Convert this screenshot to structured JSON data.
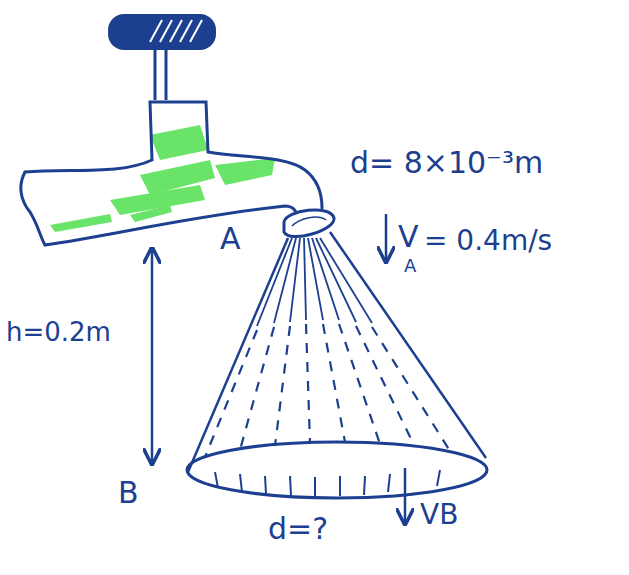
{
  "diagram": {
    "labels": [
      "d= 8×10⁻³m",
      "V",
      "A",
      "= 0.4m/s",
      "A",
      "h=0.2m",
      "B",
      "VB",
      "d=?"
    ]
  }
}
